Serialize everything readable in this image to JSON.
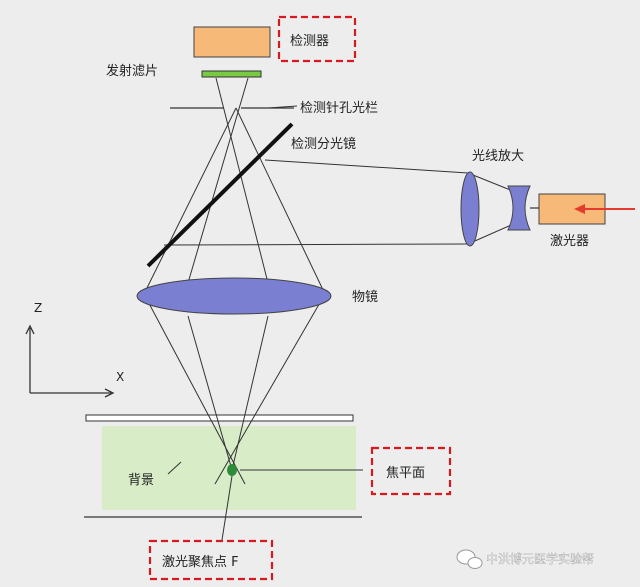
{
  "labels": {
    "detector": "检测器",
    "emission_filter": "发射滤片",
    "pinhole": "检测针孔光栏",
    "beam_splitter": "检测分光镜",
    "beam_expander": "光线放大",
    "laser": "激光器",
    "objective": "物镜",
    "background": "背景",
    "focal_plane": "焦平面",
    "focal_point": "激光聚焦点 F",
    "axis_z": "Z",
    "axis_x": "X"
  },
  "watermark": "中洪博元医学实验帮",
  "colors": {
    "detector_box": "#f7b977",
    "filter": "#7ac943",
    "lens": "#7b7fd1",
    "sample": "#d8ecc8",
    "focus_dot": "#2e8b3a",
    "highlight_dash": "#d71920",
    "laser_arrow": "#e53b2c"
  }
}
